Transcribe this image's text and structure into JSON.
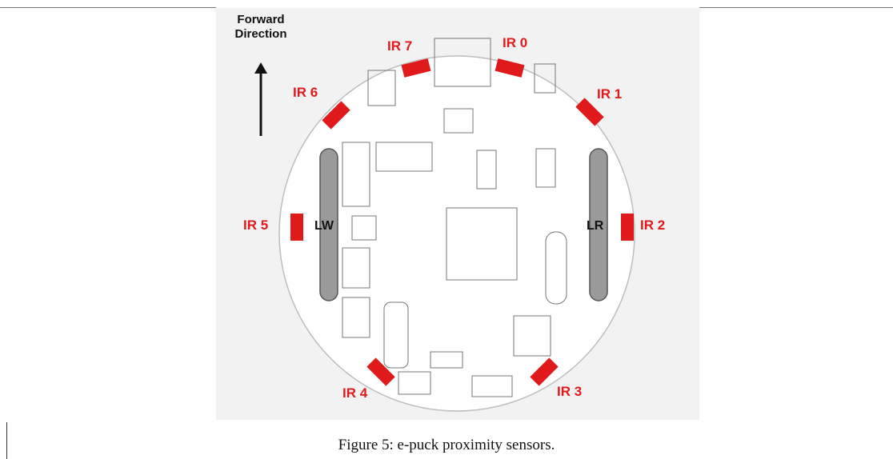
{
  "direction": {
    "line1": "Forward",
    "line2": "Direction"
  },
  "sensors": [
    {
      "id": "ir0",
      "label": "IR 0"
    },
    {
      "id": "ir1",
      "label": "IR 1"
    },
    {
      "id": "ir2",
      "label": "IR 2"
    },
    {
      "id": "ir3",
      "label": "IR 3"
    },
    {
      "id": "ir4",
      "label": "IR 4"
    },
    {
      "id": "ir5",
      "label": "IR 5"
    },
    {
      "id": "ir6",
      "label": "IR 6"
    },
    {
      "id": "ir7",
      "label": "IR 7"
    }
  ],
  "wheels": {
    "left": "LW",
    "right": "LR"
  },
  "caption": "Figure 5: e-puck proximity sensors.",
  "colors": {
    "sensor": "#e0191b",
    "wheel": "#9a9a9a",
    "board_outline": "#bdbdbd"
  }
}
